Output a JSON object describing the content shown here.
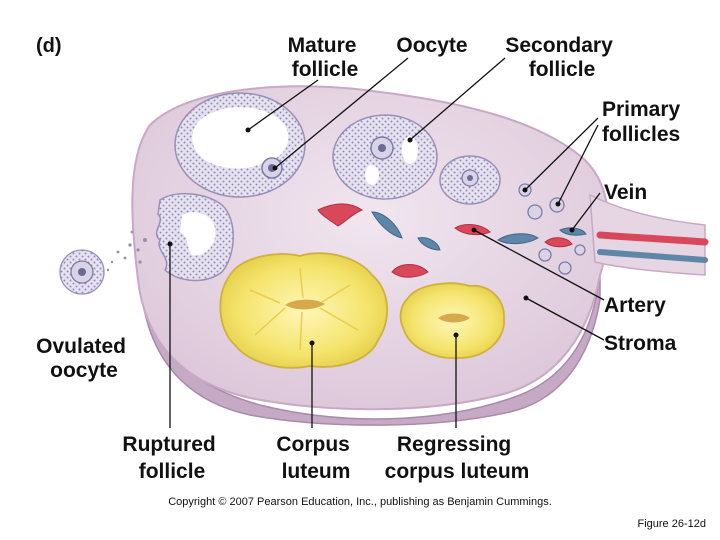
{
  "panel_label": "(d)",
  "labels": {
    "mature_follicle": [
      "Mature",
      "follicle"
    ],
    "oocyte": [
      "Oocyte"
    ],
    "secondary_follicle": [
      "Secondary",
      "follicle"
    ],
    "primary_follicles": [
      "Primary",
      "follicles"
    ],
    "vein": [
      "Vein"
    ],
    "artery": [
      "Artery"
    ],
    "stroma": [
      "Stroma"
    ],
    "ovulated_oocyte": [
      "Ovulated",
      "oocyte"
    ],
    "ruptured_follicle": [
      "Ruptured",
      "follicle"
    ],
    "corpus_luteum": [
      "Corpus",
      "luteum"
    ],
    "regressing_corpus_luteum": [
      "Regressing",
      "corpus luteum"
    ]
  },
  "copyright": "Copyright © 2007 Pearson Education, Inc., publishing as Benjamin Cummings.",
  "figure_number": "Figure 26-12d",
  "colors": {
    "ovary_fill": "#e9dbe6",
    "ovary_edge": "#c7a9c4",
    "ovary_shadow": "#b89ab8",
    "follicle_fill": "#ffffff",
    "granulosa": "#8e8eb8",
    "corpus_luteum": "#f3e56e",
    "corpus_luteum_core": "#d8a94a",
    "artery": "#d9485a",
    "vein": "#5d86a8"
  }
}
